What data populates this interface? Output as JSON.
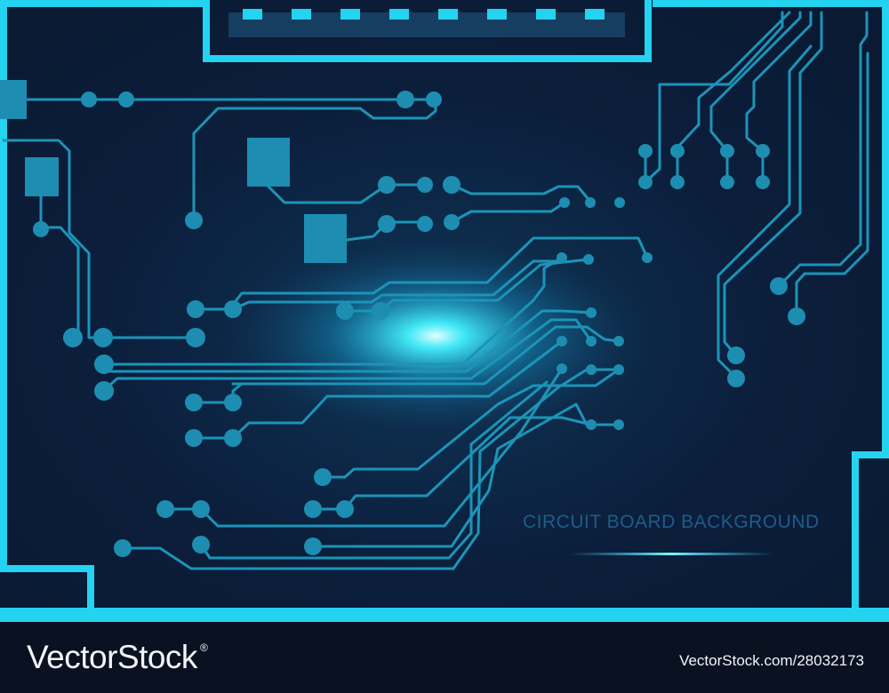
{
  "title": "CIRCUIT BOARD BACKGROUND",
  "footer": {
    "brand": "VectorStock",
    "brand_mark": "®",
    "stock_id": "VectorStock.com/28032173"
  },
  "colors": {
    "background": "#0b1a33",
    "frame": "#24d3ef",
    "trace": "#1c94b8",
    "glow": "#35f0ff",
    "footer": "#0a1222"
  }
}
